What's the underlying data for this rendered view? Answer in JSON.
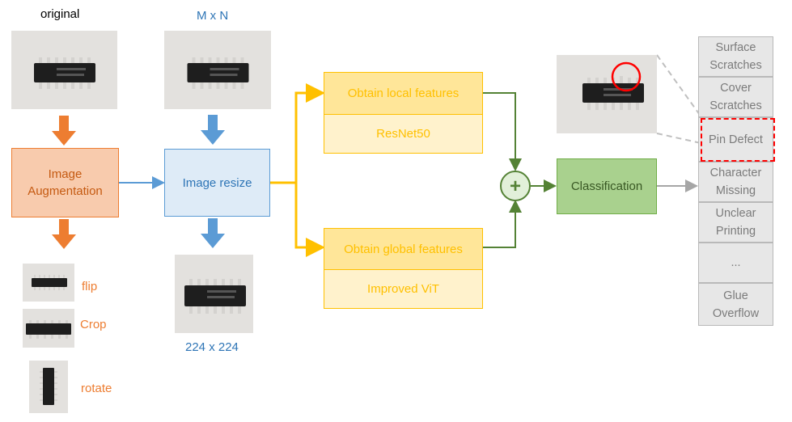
{
  "labels": {
    "original": "original",
    "mxn": "M x N",
    "size224": "224 x 224",
    "flip": "flip",
    "crop": "Crop",
    "rotate": "rotate"
  },
  "boxes": {
    "augmentation_line1": "Image",
    "augmentation_line2": "Augmentation",
    "resize": "Image resize",
    "local_features": "Obtain local features",
    "resnet": "ResNet50",
    "global_features": "Obtain global features",
    "vit": "Improved ViT",
    "plus": "+",
    "classification": "Classification"
  },
  "classes": [
    [
      "Surface",
      "Scratches"
    ],
    [
      "Cover",
      "Scratches"
    ],
    [
      "Pin Defect"
    ],
    [
      "Character",
      "Missing"
    ],
    [
      "Unclear",
      "Printing"
    ],
    [
      "..."
    ],
    [
      "Glue",
      "Overflow"
    ]
  ],
  "highlighted_class": "Pin Defect",
  "colors": {
    "orange": "#ed7d31",
    "orange_fill": "#f8cbad",
    "blue": "#2e75b6",
    "blue_fill": "#deebf7",
    "yellow": "#ffc000",
    "yellow_fill": "#ffe699",
    "yellow_light": "#fff2cc",
    "green": "#548235",
    "green_fill": "#a9d18e",
    "gray": "#a6a6a6",
    "red": "#ff0000"
  },
  "icons": {
    "chip": "chip-photo-icon",
    "merge": "plus-merge-icon"
  }
}
